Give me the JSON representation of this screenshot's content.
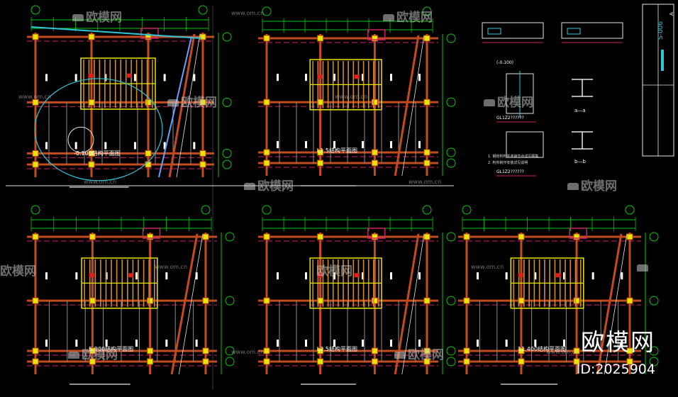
{
  "watermarks": {
    "brand_text": "欧模网",
    "url": "www.om.cn",
    "brand_large": "欧模网",
    "id_text": "ID:2025904"
  },
  "title_block": {
    "sheet_number": "S-006",
    "label": "A"
  },
  "plans": [
    {
      "elevation_label": "-0.100结构平面图"
    },
    {
      "elevation_label": "L1.5结构平面图"
    },
    {
      "elevation_label": "5.900结构平面图"
    },
    {
      "elevation_label": "L2.5结构平面图"
    },
    {
      "elevation_label": "11.400结构平面图"
    }
  ],
  "details": {
    "section_marks": [
      "a—a",
      "b—b"
    ],
    "beam_labels": [
      "GL1Z2??????",
      "GL1Z2??????"
    ],
    "elevation_note": "(-0.100)",
    "notes": [
      "1. 钢结构构件连接节点详见图集",
      "2. 构件制作安装详见说明"
    ]
  },
  "colors": {
    "background": "#000000",
    "grid_axis": "#e6e600",
    "column": "#c44a1f",
    "beam": "#8a8a8a",
    "dimension": "#00c800",
    "frame": "#e6e6e6",
    "accent": "#cc2266",
    "cyan": "#2ec7d6"
  }
}
